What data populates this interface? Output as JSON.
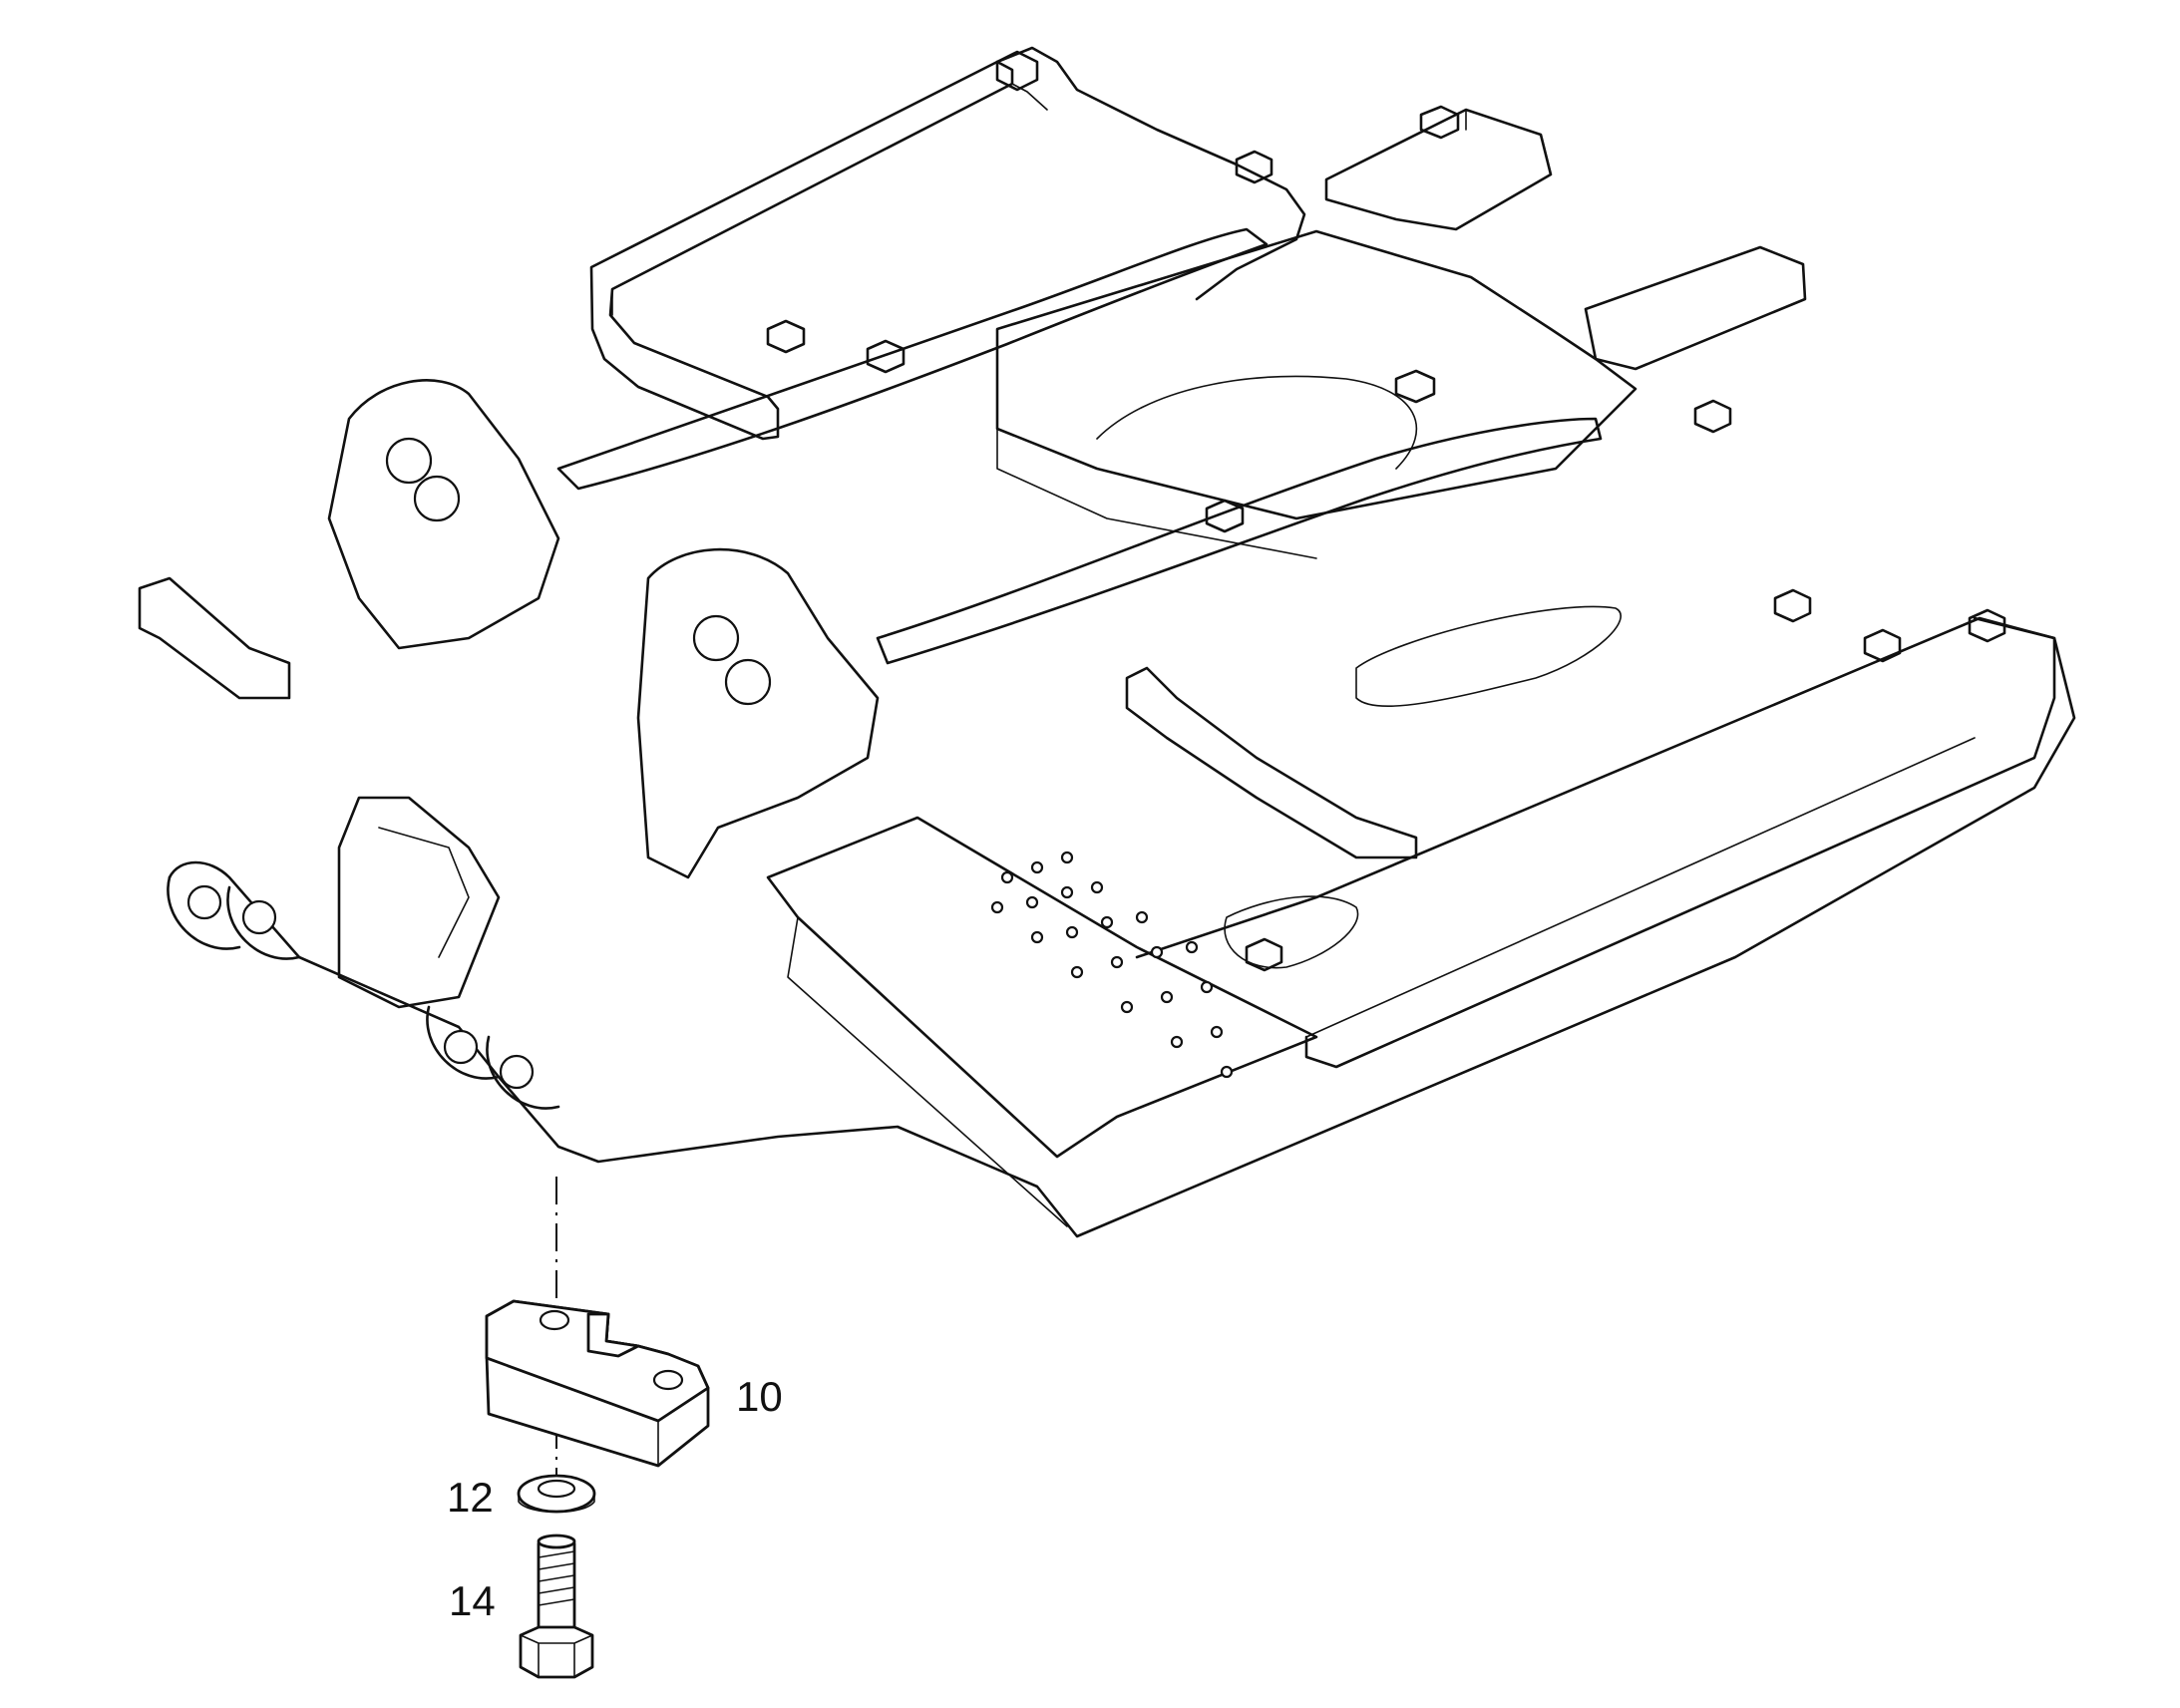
{
  "callouts": [
    {
      "id": "10",
      "label": "10"
    },
    {
      "id": "12",
      "label": "12"
    },
    {
      "id": "14",
      "label": "14"
    }
  ],
  "colors": {
    "line": "#111111",
    "background": "#ffffff"
  }
}
